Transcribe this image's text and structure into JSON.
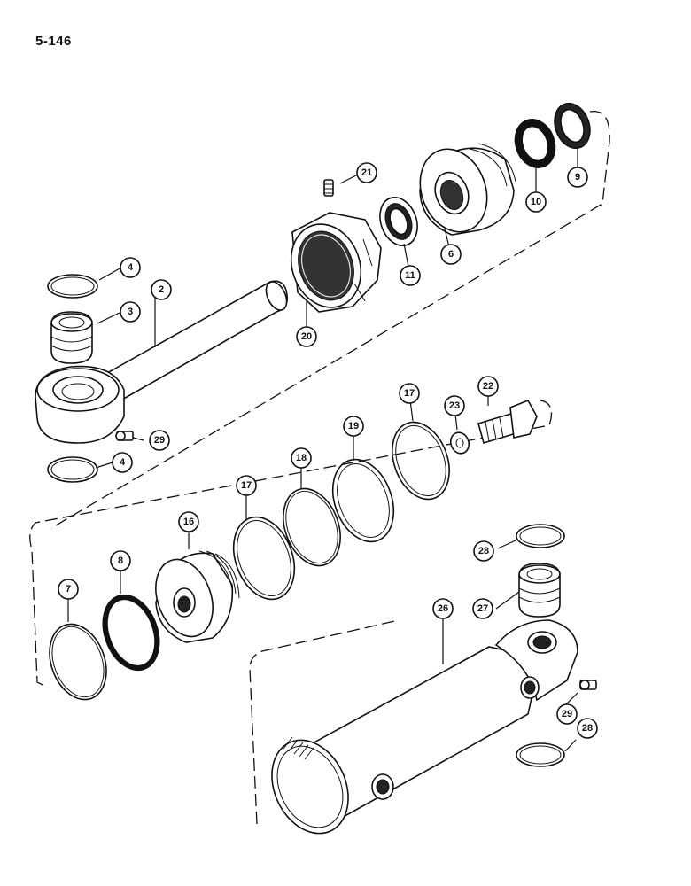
{
  "page": {
    "number": "5-146"
  },
  "callouts": {
    "c2": "2",
    "c3": "3",
    "c4a": "4",
    "c4b": "4",
    "c6": "6",
    "c7": "7",
    "c8": "8",
    "c9": "9",
    "c10": "10",
    "c11": "11",
    "c16": "16",
    "c17a": "17",
    "c17b": "17",
    "c18": "18",
    "c19": "19",
    "c20": "20",
    "c21": "21",
    "c22": "22",
    "c23": "23",
    "c26": "26",
    "c27": "27",
    "c28a": "28",
    "c28b": "28",
    "c29a": "29",
    "c29b": "29"
  },
  "colors": {
    "ink": "#111111",
    "paper": "#ffffff"
  }
}
